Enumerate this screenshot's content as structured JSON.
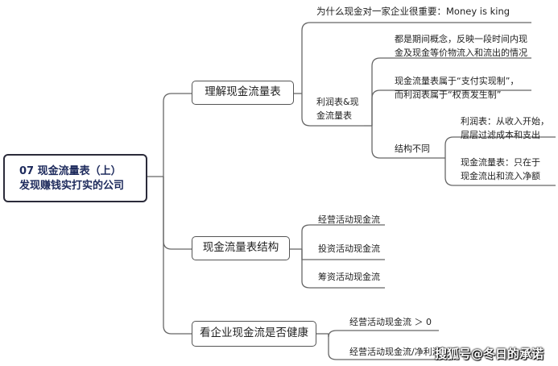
{
  "root": {
    "line1": "07 现金流量表（上）",
    "line2": "发现赚钱实打实的公司"
  },
  "branches": [
    {
      "label": "理解现金流量表",
      "children": [
        {
          "text": "为什么现金对一家企业很重要：Money is king"
        },
        {
          "text": [
            "利润表&现",
            "金流量表"
          ],
          "children": [
            {
              "text": [
                "都是期间概念，反映一段时间内现",
                "金及现金等价物流入和流出的情况"
              ]
            },
            {
              "text": [
                "现金流量表属于“支付实现制”，",
                "而利润表属于“权责发生制”"
              ]
            },
            {
              "text": "结构不同",
              "children": [
                {
                  "text": [
                    "利润表：从收入开始，",
                    "层层过滤成本和支出"
                  ]
                },
                {
                  "text": [
                    "现金流量表：只在于",
                    "现金流出和流入净额"
                  ]
                }
              ]
            }
          ]
        }
      ]
    },
    {
      "label": "现金流量表结构",
      "children": [
        {
          "text": "经营活动现金流"
        },
        {
          "text": "投资活动现金流"
        },
        {
          "text": "筹资活动现金流"
        }
      ]
    },
    {
      "label": "看企业现金流是否健康",
      "children": [
        {
          "text": "经营活动现金流 ＞ 0"
        },
        {
          "text": "经营活动现金流/净利润"
        }
      ]
    }
  ],
  "watermark": "搜狐号@冬日的承诺",
  "colors": {
    "line": "#555555",
    "root_border": "#2b2b3a",
    "root_text": "#1d2a5c"
  }
}
